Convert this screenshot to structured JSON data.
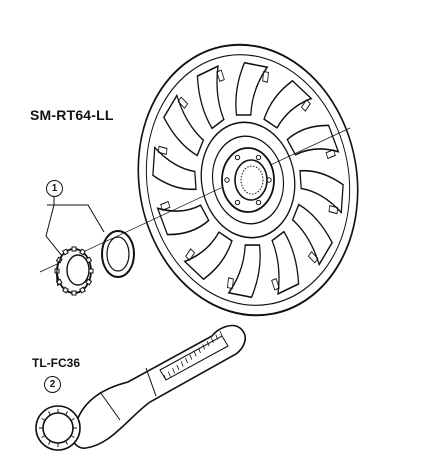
{
  "labels": {
    "rotor_model": "SM-RT64-LL",
    "tool_model": "TL-FC36"
  },
  "callouts": {
    "one": "1",
    "two": "2"
  },
  "colors": {
    "line": "#111111",
    "background": "#ffffff"
  }
}
